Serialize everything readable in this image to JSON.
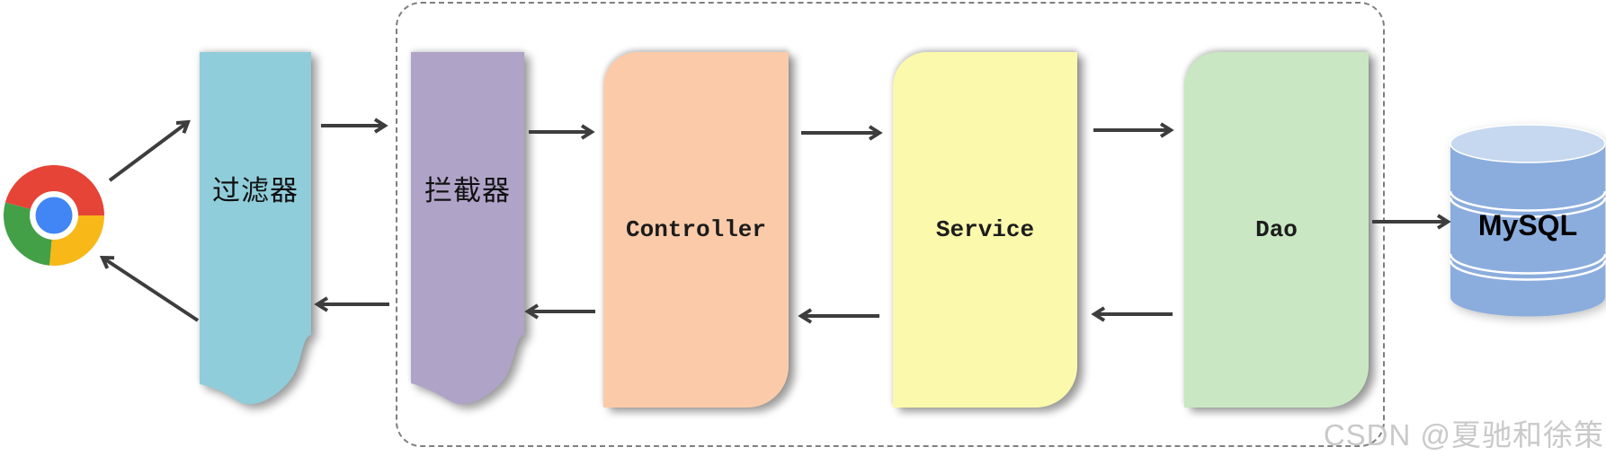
{
  "diagram": {
    "nodes": [
      {
        "id": "browser",
        "label": "",
        "icon": "chrome-browser-icon"
      },
      {
        "id": "filter",
        "label": "过滤器"
      },
      {
        "id": "interceptor",
        "label": "拦截器"
      },
      {
        "id": "controller",
        "label": "Controller"
      },
      {
        "id": "service",
        "label": "Service"
      },
      {
        "id": "dao",
        "label": "Dao"
      },
      {
        "id": "mysql",
        "label": "MySQL",
        "icon": "database-cylinder-icon"
      }
    ],
    "boundary": {
      "style": "dashed-rounded-rectangle"
    },
    "flow": [
      "browser->filter",
      "filter->browser",
      "filter->interceptor",
      "interceptor->filter",
      "interceptor->controller",
      "controller->interceptor",
      "controller->service",
      "service->controller",
      "service->dao",
      "dao->service",
      "dao->mysql"
    ],
    "watermark": "CSDN @夏驰和徐策",
    "colors": {
      "filter-fill": "#90cdda",
      "interceptor-fill": "#b0a3c8",
      "controller-fill": "#fbcba9",
      "service-fill": "#fbf9ab",
      "dao-fill": "#c9e7c2",
      "db-body": "#8badde",
      "db-top": "#c6d8ef",
      "arrow": "#3d3d3d",
      "boundary-dash": "#7f7f7f",
      "watermark": "#c9c9c9",
      "label-text": "#111111",
      "chrome-red": "#e64437",
      "chrome-green": "#43a047",
      "chrome-yellow": "#f7b818",
      "chrome-blue": "#4285f4"
    }
  }
}
